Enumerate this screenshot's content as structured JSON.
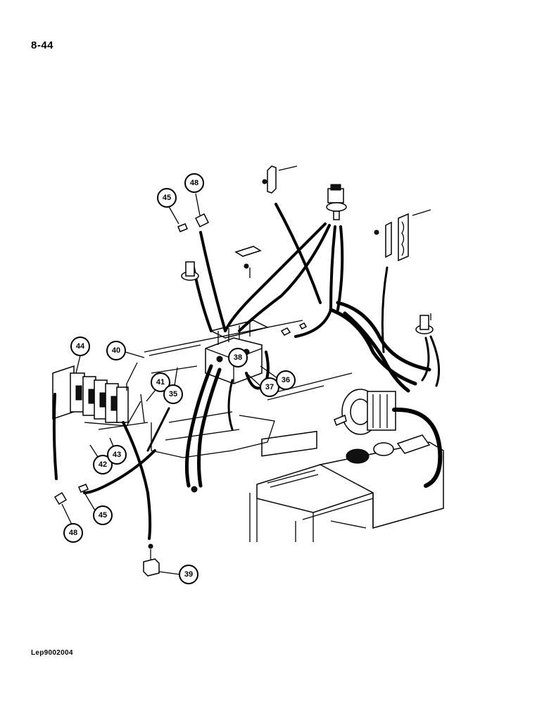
{
  "page": {
    "number": "8-44",
    "footer_code": "Lep9002004"
  },
  "callouts": [
    {
      "id": "c45a",
      "label": "45"
    },
    {
      "id": "c48a",
      "label": "48"
    },
    {
      "id": "c44",
      "label": "44"
    },
    {
      "id": "c40",
      "label": "40"
    },
    {
      "id": "c41",
      "label": "41"
    },
    {
      "id": "c35",
      "label": "35"
    },
    {
      "id": "c38",
      "label": "38"
    },
    {
      "id": "c37",
      "label": "37"
    },
    {
      "id": "c36",
      "label": "36"
    },
    {
      "id": "c42",
      "label": "42"
    },
    {
      "id": "c43",
      "label": "43"
    },
    {
      "id": "c45b",
      "label": "45"
    },
    {
      "id": "c48b",
      "label": "48"
    },
    {
      "id": "c39",
      "label": "39"
    }
  ]
}
